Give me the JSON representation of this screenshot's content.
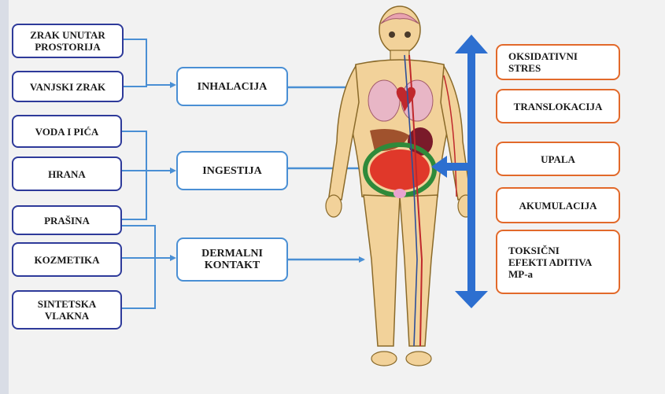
{
  "sources": [
    {
      "id": "zrak-unutar",
      "line1": "ZRAK UNUTAR",
      "line2": "PROSTORIJA"
    },
    {
      "id": "vanjski-zrak",
      "line1": "VANJSKI ZRAK",
      "line2": ""
    },
    {
      "id": "voda-i-pica",
      "line1": "VODA I PIĆA",
      "line2": ""
    },
    {
      "id": "hrana",
      "line1": "HRANA",
      "line2": ""
    },
    {
      "id": "prasina",
      "line1": "PRAŠINA",
      "line2": ""
    },
    {
      "id": "kozmetika",
      "line1": "KOZMETIKA",
      "line2": ""
    },
    {
      "id": "sintetska-vlakna",
      "line1": "SINTETSKA",
      "line2": "VLAKNA"
    }
  ],
  "routes": [
    {
      "id": "inhalacija",
      "line1": "INHALACIJA",
      "line2": ""
    },
    {
      "id": "ingestija",
      "line1": "INGESTIJA",
      "line2": ""
    },
    {
      "id": "dermalni-kontakt",
      "line1": "DERMALNI",
      "line2": "KONTAKT"
    }
  ],
  "effects": [
    {
      "id": "oksidativni-stres",
      "lines": [
        "OKSIDATIVNI",
        "STRES"
      ]
    },
    {
      "id": "translokacija",
      "lines": [
        "TRANSLOKACIJA"
      ]
    },
    {
      "id": "upala",
      "lines": [
        "UPALA"
      ]
    },
    {
      "id": "akumulacija",
      "lines": [
        "AKUMULACIJA"
      ]
    },
    {
      "id": "toksicni-efekti",
      "lines": [
        "TOKSIČNI",
        "EFEKTI ADITIVA",
        "MP-a"
      ]
    }
  ],
  "colors": {
    "source_border": "#2e3a9a",
    "route_border": "#4a8fd4",
    "effect_border": "#e2692a",
    "connector": "#4a8fd4",
    "big_arrow": "#2d6fd0"
  },
  "illustration": "human-body-anatomy-icon"
}
